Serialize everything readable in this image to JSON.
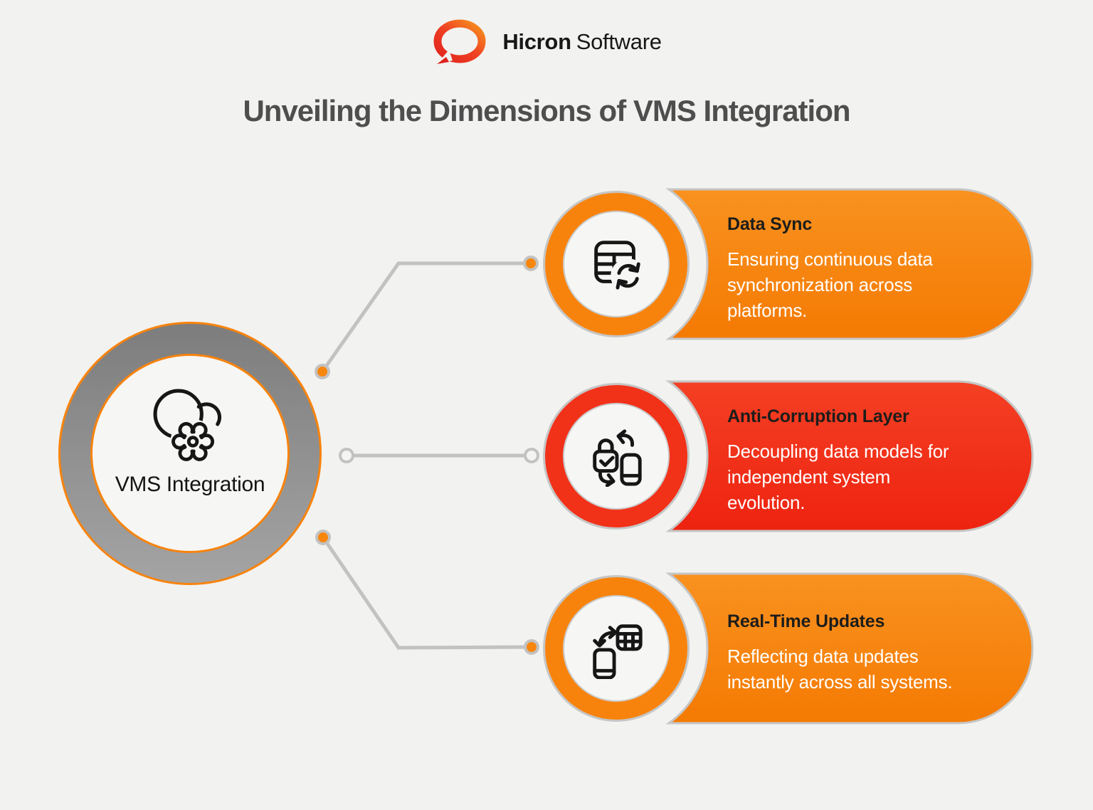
{
  "brand": {
    "logo_icon": "hicron-ring-logo",
    "name_bold": "Hicron",
    "name_regular": "Software"
  },
  "title": "Unveiling the Dimensions of VMS Integration",
  "center_node": {
    "icon": "cloud-gear-icon",
    "label": "VMS Integration"
  },
  "cards": [
    {
      "title": "Data Sync",
      "description": "Ensuring continuous data\nsynchronization across\nplatforms.",
      "icon": "table-sync-icon",
      "accent_color": "#F8830C"
    },
    {
      "title": "Anti-Corruption Layer",
      "description": "Decoupling data models for\nindependent system\nevolution.",
      "icon": "lock-device-swap-icon",
      "accent_color": "#F23119"
    },
    {
      "title": "Real-Time Updates",
      "description": "Reflecting data updates\ninstantly across all systems.",
      "icon": "device-table-swap-icon",
      "accent_color": "#F8830C"
    }
  ],
  "colors": {
    "background": "#F2F2F0",
    "orange_accent": "#F8830C",
    "red_accent": "#F23119",
    "orange_gradient_top": "#F99220",
    "orange_gradient_bottom": "#F47A03",
    "red_gradient_top": "#F44024",
    "red_gradient_bottom": "#EE2310",
    "center_ring_gray": "#8A8A8A",
    "connector_gray": "#C2C2C2",
    "card_border_gray": "#C6C6C6",
    "heading_gray": "#4E4E4E",
    "card_title_text": "#1D1D1B",
    "card_body_text": "#FFFFFF"
  }
}
